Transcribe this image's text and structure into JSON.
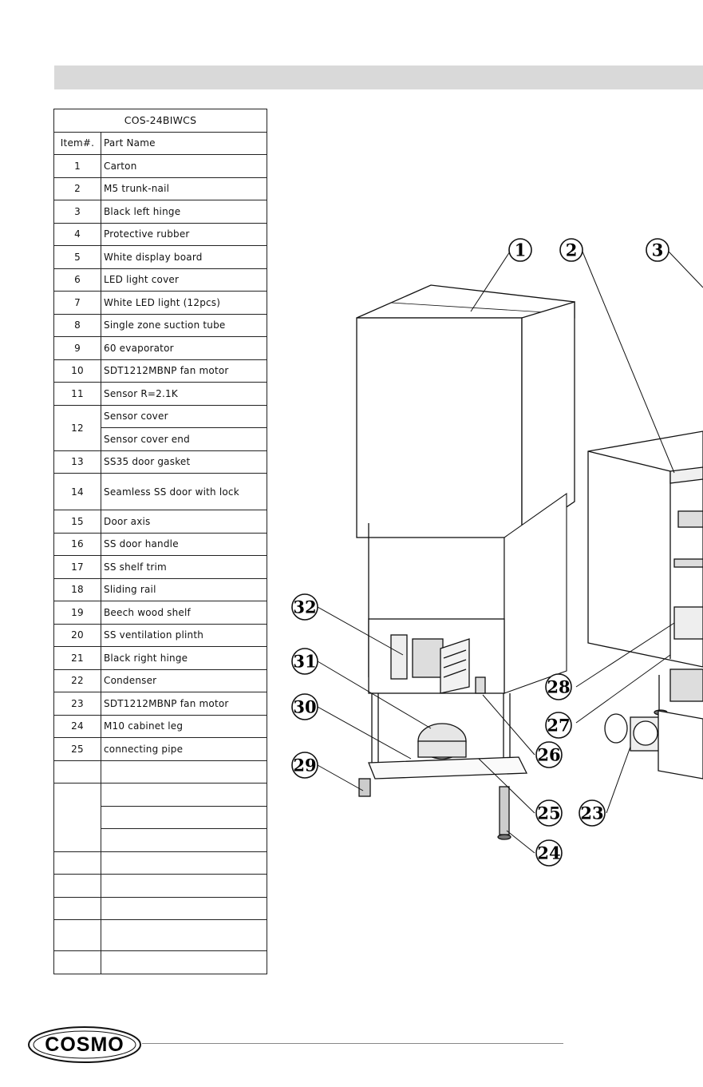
{
  "table": {
    "title": "COS-24BIWCS",
    "col_item": "Item#.",
    "col_name": "Part Name",
    "rows": [
      {
        "num": "1",
        "name": "Carton"
      },
      {
        "num": "2",
        "name": "M5 trunk-nail"
      },
      {
        "num": "3",
        "name": "Black left hinge"
      },
      {
        "num": "4",
        "name": "Protective rubber"
      },
      {
        "num": "5",
        "name": "White display board"
      },
      {
        "num": "6",
        "name": "LED light cover"
      },
      {
        "num": "7",
        "name": "White LED light (12pcs)"
      },
      {
        "num": "8",
        "name": "Single zone suction tube"
      },
      {
        "num": "9",
        "name": "60 evaporator"
      },
      {
        "num": "10",
        "name": "SDT1212MBNP fan motor"
      },
      {
        "num": "11",
        "name": "Sensor R=2.1K"
      },
      {
        "num": "12",
        "name_a": "Sensor cover",
        "name_b": "Sensor cover end"
      },
      {
        "num": "13",
        "name": "SS35 door gasket"
      },
      {
        "num": "14",
        "name": "Seamless SS door with lock"
      },
      {
        "num": "15",
        "name": "Door axis"
      },
      {
        "num": "16",
        "name": "SS door handle"
      },
      {
        "num": "17",
        "name": "SS shelf trim"
      },
      {
        "num": "18",
        "name": "Sliding rail"
      },
      {
        "num": "19",
        "name": "Beech wood shelf"
      },
      {
        "num": "20",
        "name": "SS ventilation plinth"
      },
      {
        "num": "21",
        "name": "Black right hinge"
      },
      {
        "num": "22",
        "name": "Condenser"
      },
      {
        "num": "23",
        "name": "SDT1212MBNP fan motor"
      },
      {
        "num": "24",
        "name": "M10 cabinet leg"
      },
      {
        "num": "25",
        "name": "connecting pipe"
      }
    ]
  },
  "callouts": [
    "1",
    "2",
    "3",
    "32",
    "31",
    "30",
    "29",
    "28",
    "27",
    "26",
    "25",
    "24",
    "23"
  ],
  "logo": "COSMO"
}
